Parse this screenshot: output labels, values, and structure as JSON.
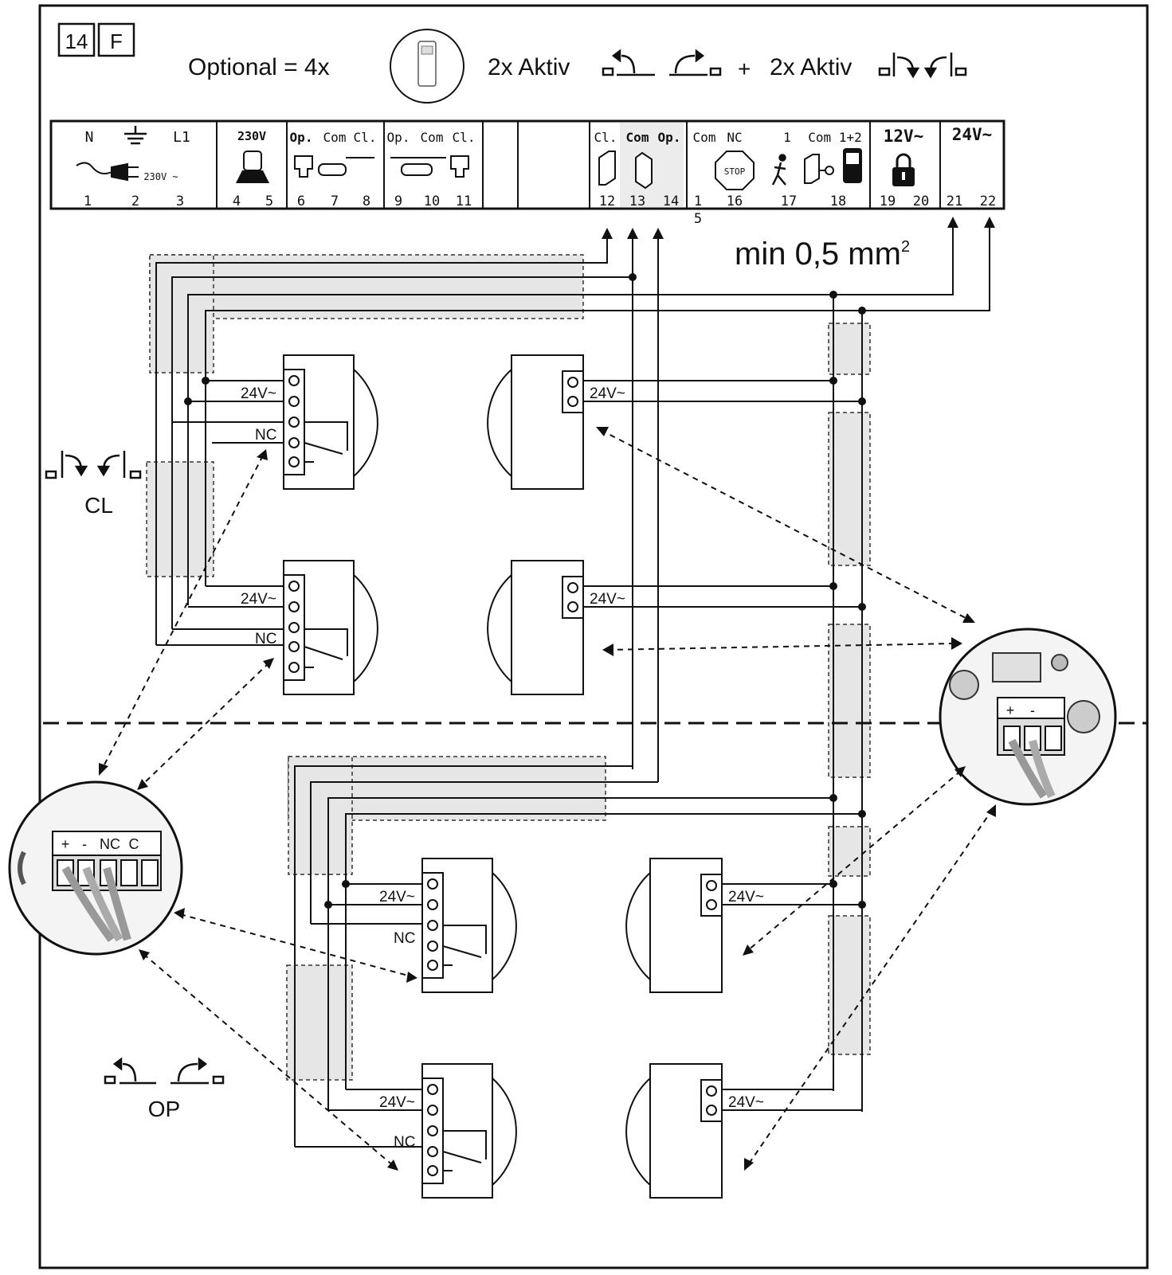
{
  "figure_ids": [
    "14",
    "F"
  ],
  "header": {
    "optional_text": "Optional = 4x",
    "active_open_text": "2x Aktiv",
    "plus_text": "+",
    "active_close_text": "2x Aktiv"
  },
  "terminal_blocks": [
    {
      "labels": [
        "N",
        "L1"
      ],
      "numbers": [
        "1",
        "2",
        "3"
      ],
      "sub": "230V ~"
    },
    {
      "labels": [
        "230V"
      ],
      "numbers": [
        "4",
        "5"
      ]
    },
    {
      "labels": [
        "Op.",
        "Com",
        "Cl."
      ],
      "numbers": [
        "6",
        "7",
        "8"
      ]
    },
    {
      "labels": [
        "Op.",
        "Com",
        "Cl."
      ],
      "numbers": [
        "9",
        "10",
        "11"
      ]
    },
    {
      "labels": [
        "Cl.",
        "Com",
        "Op."
      ],
      "numbers": [
        "12",
        "13",
        "14"
      ]
    },
    {
      "labels": [
        "Com",
        "NC",
        "1",
        "Com 1+2"
      ],
      "numbers": [
        "1",
        "5",
        "16",
        "17",
        "18"
      ],
      "stop": "STOP"
    },
    {
      "labels": [
        "12V~"
      ],
      "numbers": [
        "19",
        "20"
      ]
    },
    {
      "labels": [
        "24V~"
      ],
      "numbers": [
        "21",
        "22"
      ]
    }
  ],
  "wire_spec": {
    "text": "min 0,5 mm",
    "superscript": "2"
  },
  "terminal_labels": {
    "supply": "24V~",
    "contact": "NC"
  },
  "zones": {
    "close": "CL",
    "open": "OP"
  },
  "detail_left_terminals": [
    "+",
    "-",
    "NC",
    "C"
  ],
  "detail_right_terminals": [
    "+",
    "-"
  ]
}
